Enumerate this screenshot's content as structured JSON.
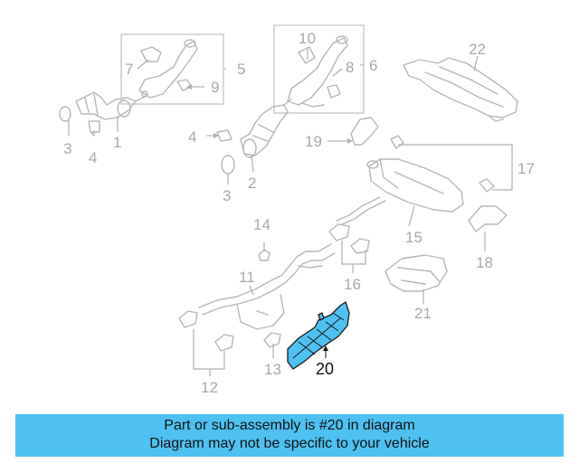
{
  "diagram": {
    "highlight_color": "#4fc1f1",
    "callouts": {
      "c1": "1",
      "c2": "2",
      "c3a": "3",
      "c3b": "3",
      "c4a": "4",
      "c4b": "4",
      "c5": "5",
      "c6": "6",
      "c7": "7",
      "c8": "8",
      "c9": "9",
      "c10": "10",
      "c11": "11",
      "c12": "12",
      "c13": "13",
      "c14": "14",
      "c15": "15",
      "c16": "16",
      "c17": "17",
      "c18": "18",
      "c19": "19",
      "c20": "20",
      "c21": "21",
      "c22": "22"
    }
  },
  "banner": {
    "line1": "Part or sub-assembly is #20 in diagram",
    "line2": "Diagram may not be specific to your vehicle",
    "background": "#4fc1f1"
  }
}
